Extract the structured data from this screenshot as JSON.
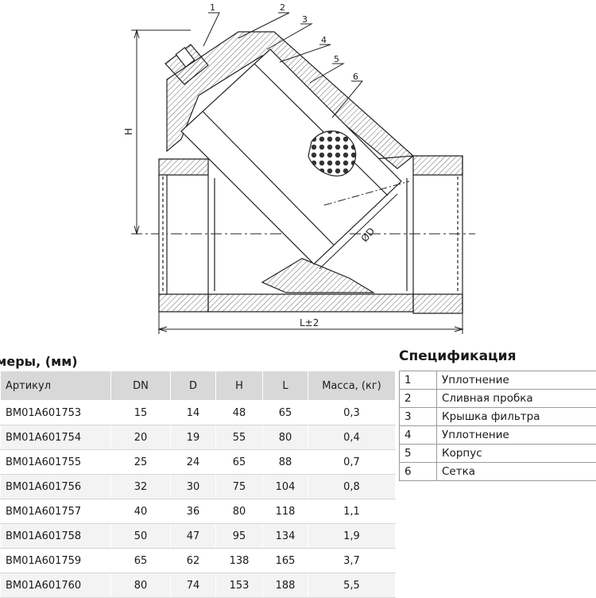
{
  "drawing": {
    "callouts": [
      "1",
      "2",
      "3",
      "4",
      "5",
      "6"
    ],
    "dim_height": "H",
    "dim_length": "L±2",
    "dim_diameter": "ØD"
  },
  "dimensions": {
    "title": "змеры, (мм)",
    "headers": [
      "Артикул",
      "DN",
      "D",
      "H",
      "L",
      "Масса, (кг)"
    ],
    "rows": [
      [
        "BM01A601753",
        "15",
        "14",
        "48",
        "65",
        "0,3"
      ],
      [
        "BM01A601754",
        "20",
        "19",
        "55",
        "80",
        "0,4"
      ],
      [
        "BM01A601755",
        "25",
        "24",
        "65",
        "88",
        "0,7"
      ],
      [
        "BM01A601756",
        "32",
        "30",
        "75",
        "104",
        "0,8"
      ],
      [
        "BM01A601757",
        "40",
        "36",
        "80",
        "118",
        "1,1"
      ],
      [
        "BM01A601758",
        "50",
        "47",
        "95",
        "134",
        "1,9"
      ],
      [
        "BM01A601759",
        "65",
        "62",
        "138",
        "165",
        "3,7"
      ],
      [
        "BM01A601760",
        "80",
        "74",
        "153",
        "188",
        "5,5"
      ]
    ]
  },
  "specification": {
    "title": "Спецификация",
    "rows": [
      [
        "1",
        "Уплотнение"
      ],
      [
        "2",
        "Сливная пробка"
      ],
      [
        "3",
        "Крышка фильтра"
      ],
      [
        "4",
        "Уплотнение"
      ],
      [
        "5",
        "Корпус"
      ],
      [
        "6",
        "Сетка"
      ]
    ]
  }
}
